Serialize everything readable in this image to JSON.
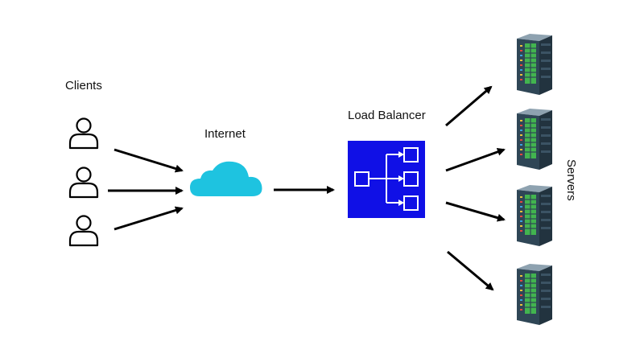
{
  "labels": {
    "clients": "Clients",
    "internet": "Internet",
    "load_balancer": "Load Balancer",
    "servers": "Servers"
  },
  "colors": {
    "arrow": "#000000",
    "cloud": "#1ec3e0",
    "load_balancer_bg": "#1010e6",
    "load_balancer_icon": "#ffffff",
    "server_body": "#2f4656",
    "server_top": "#8095a3",
    "server_led_green": "#45c84d",
    "server_led_yellow": "#e9c13c",
    "server_led_red": "#e5473e",
    "server_led_blue": "#3aa0e0"
  },
  "icons": {
    "client": "user-outline-icon",
    "internet": "cloud-icon",
    "load_balancer": "hierarchy-icon",
    "server": "server-rack-icon"
  }
}
